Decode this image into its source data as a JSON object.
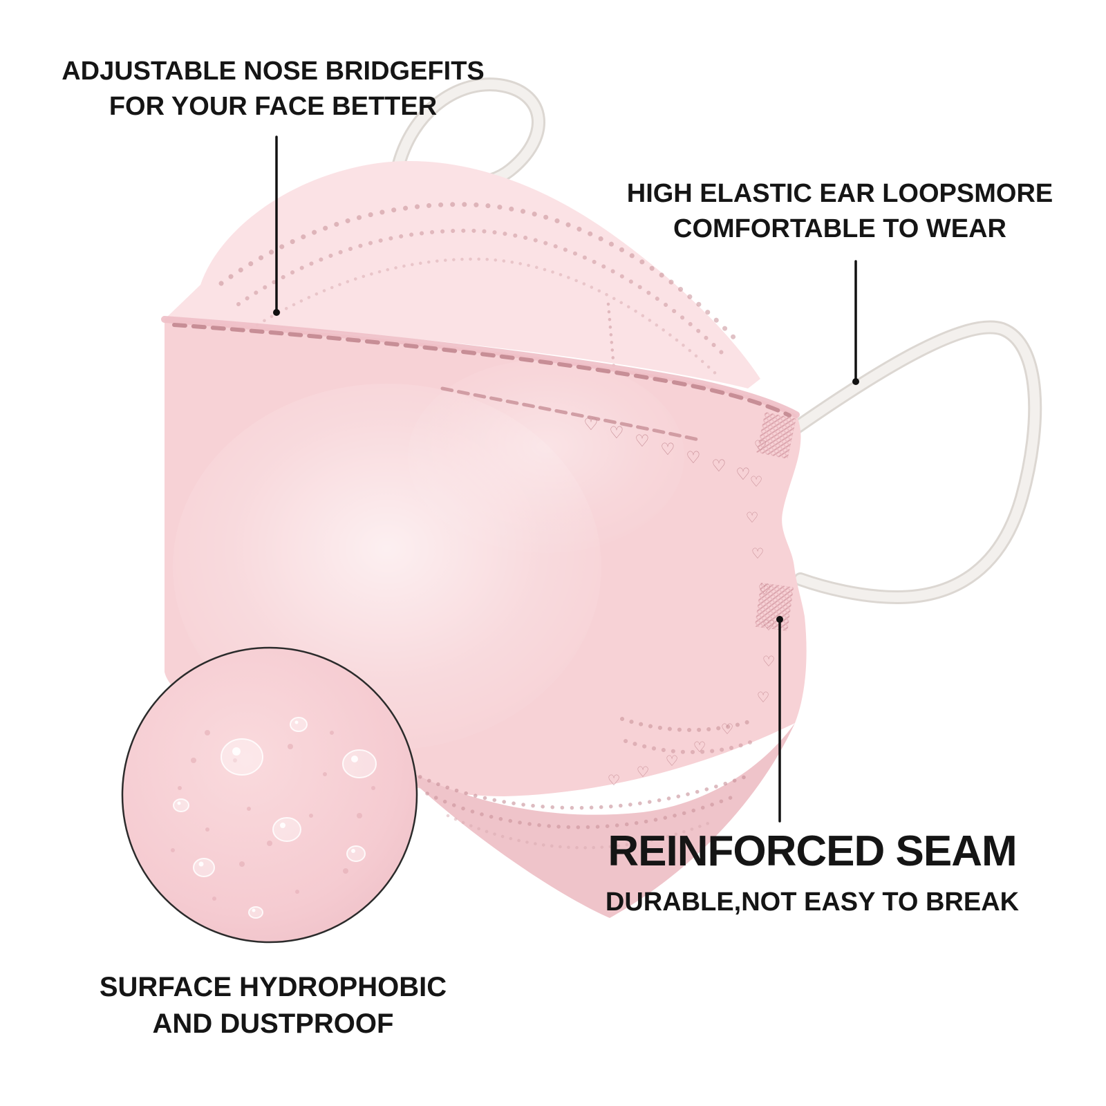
{
  "callouts": {
    "nose_bridge": {
      "line1": "ADJUSTABLE NOSE BRIDGEFITS",
      "line2": "FOR YOUR FACE BETTER"
    },
    "ear_loops": {
      "line1": "HIGH ELASTIC EAR LOOPSMORE",
      "line2": "COMFORTABLE TO WEAR"
    },
    "reinforced_seam": {
      "title": "REINFORCED SEAM",
      "subtitle": "DURABLE,NOT EASY TO BREAK"
    },
    "surface": {
      "line1": "SURFACE HYDROPHOBIC",
      "line2": "AND DUSTPROOF"
    }
  },
  "icons": {
    "heart_stitch": "♡"
  },
  "colors": {
    "mask_pink": "#f7d2d6",
    "mask_pink_light": "#fbe2e5",
    "mask_pink_deep": "#efc4ca",
    "fold_shade": "#eebfc6",
    "stitch": "#c78e96",
    "stitch_light": "#d8a7ad",
    "ear_loop": "#f3f0ed",
    "ear_loop_shadow": "#dcd7d2",
    "inset_ring": "#2b2b2b",
    "pointer_line": "#111111",
    "text": "#151515"
  }
}
